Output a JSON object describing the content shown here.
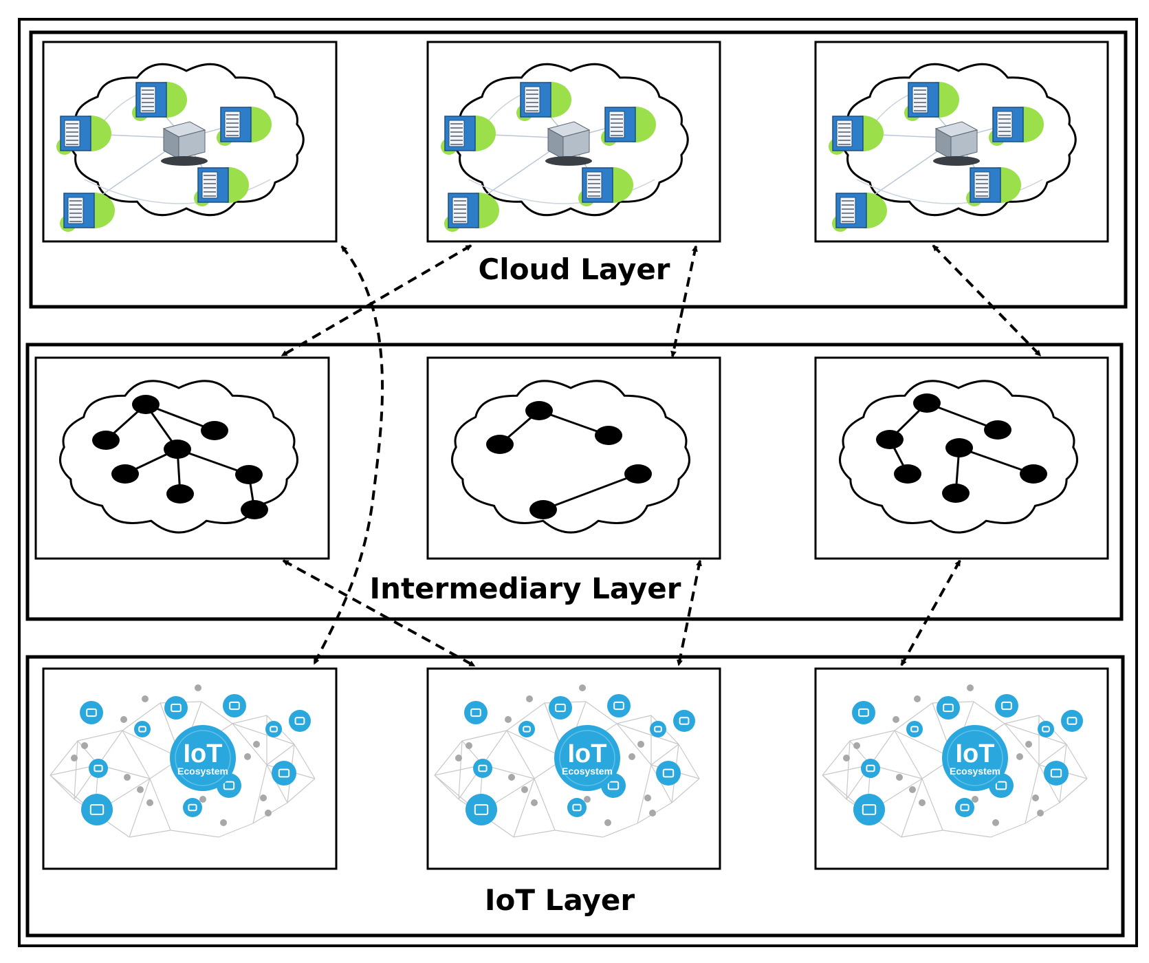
{
  "layers": {
    "cloud": {
      "label": "Cloud Layer"
    },
    "intermediary": {
      "label": "Intermediary Layer"
    },
    "iot": {
      "label": "IoT Layer"
    }
  },
  "iot_badge": {
    "title": "IoT",
    "subtitle": "Ecosystem"
  },
  "colors": {
    "stroke": "#000000",
    "cloud_green": "#9be04a",
    "server_blue": "#2d7dc8",
    "iot_blue": "#2aa7dc",
    "iot_grey": "#a8a8a8",
    "mesh_line": "#c8c8c8"
  },
  "icons": [
    "server-rack-icon",
    "central-building-icon",
    "iot-device-icon"
  ]
}
